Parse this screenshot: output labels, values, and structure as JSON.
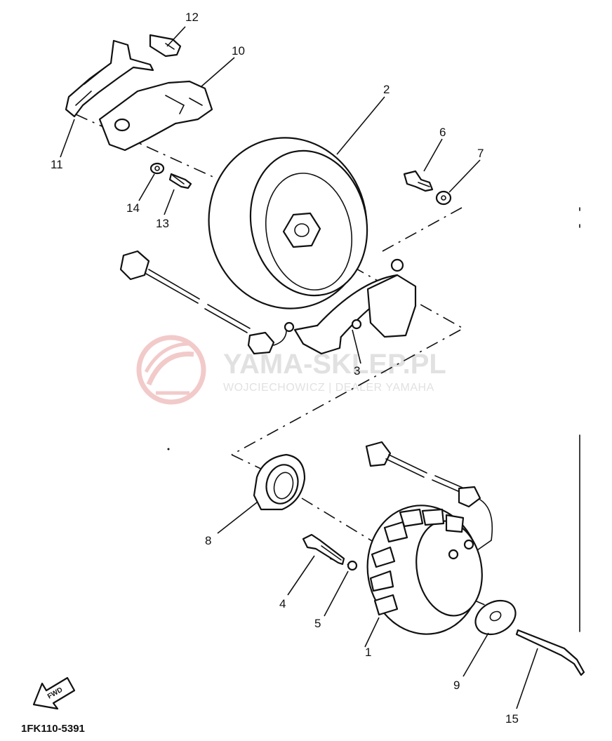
{
  "diagram": {
    "callouts": [
      "1",
      "2",
      "3",
      "4",
      "5",
      "6",
      "7",
      "8",
      "9",
      "10",
      "11",
      "12",
      "13",
      "14",
      "15"
    ],
    "part_code": "1FK110-5391",
    "direction_label": "FWD"
  },
  "watermark": {
    "title": "YAMA-SKLEP.PL",
    "subtitle": "WOJCIECHOWICZ | DEALER YAMAHA",
    "color": "#e9a0a0"
  }
}
